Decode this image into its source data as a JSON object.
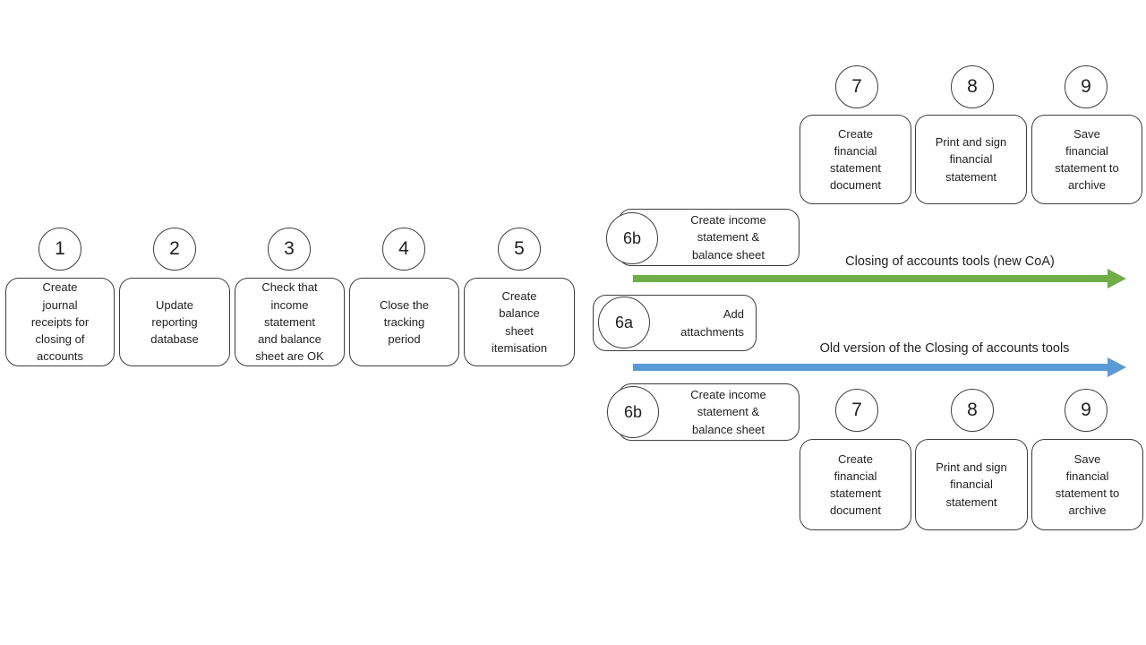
{
  "colors": {
    "arrow_green": "#70AD47",
    "arrow_blue": "#5B9BD5",
    "shape_outline": "#3d3d3d",
    "text": "#1f1f1f",
    "background": "#ffffff"
  },
  "main_flow": {
    "steps": [
      {
        "number": "1",
        "label": "Create\njournal\nreceipts for\nclosing of\naccounts"
      },
      {
        "number": "2",
        "label": "Update\nreporting\ndatabase"
      },
      {
        "number": "3",
        "label": "Check that\nincome\nstatement\nand balance\nsheet are OK"
      },
      {
        "number": "4",
        "label": "Close the\ntracking\nperiod"
      },
      {
        "number": "5",
        "label": "Create\nbalance\nsheet\nitemisation"
      }
    ]
  },
  "new_branch": {
    "step_6b": {
      "number": "6b",
      "label": "Create income\nstatement &\nbalance sheet"
    },
    "arrow_label": "Closing of accounts tools (new CoA)",
    "steps": [
      {
        "number": "7",
        "label": "Create\nfinancial\nstatement\ndocument"
      },
      {
        "number": "8",
        "label": "Print and sign\nfinancial\nstatement"
      },
      {
        "number": "9",
        "label": "Save\nfinancial\nstatement to\narchive"
      }
    ]
  },
  "shared_step": {
    "number": "6a",
    "label": "Add\nattachments"
  },
  "old_branch": {
    "arrow_label": "Old version of the Closing of accounts tools",
    "step_6b": {
      "number": "6b",
      "label": "Create income\nstatement &\nbalance sheet"
    },
    "steps": [
      {
        "number": "7",
        "label": "Create\nfinancial\nstatement\ndocument"
      },
      {
        "number": "8",
        "label": "Print and sign\nfinancial\nstatement"
      },
      {
        "number": "9",
        "label": "Save\nfinancial\nstatement to\narchive"
      }
    ]
  }
}
